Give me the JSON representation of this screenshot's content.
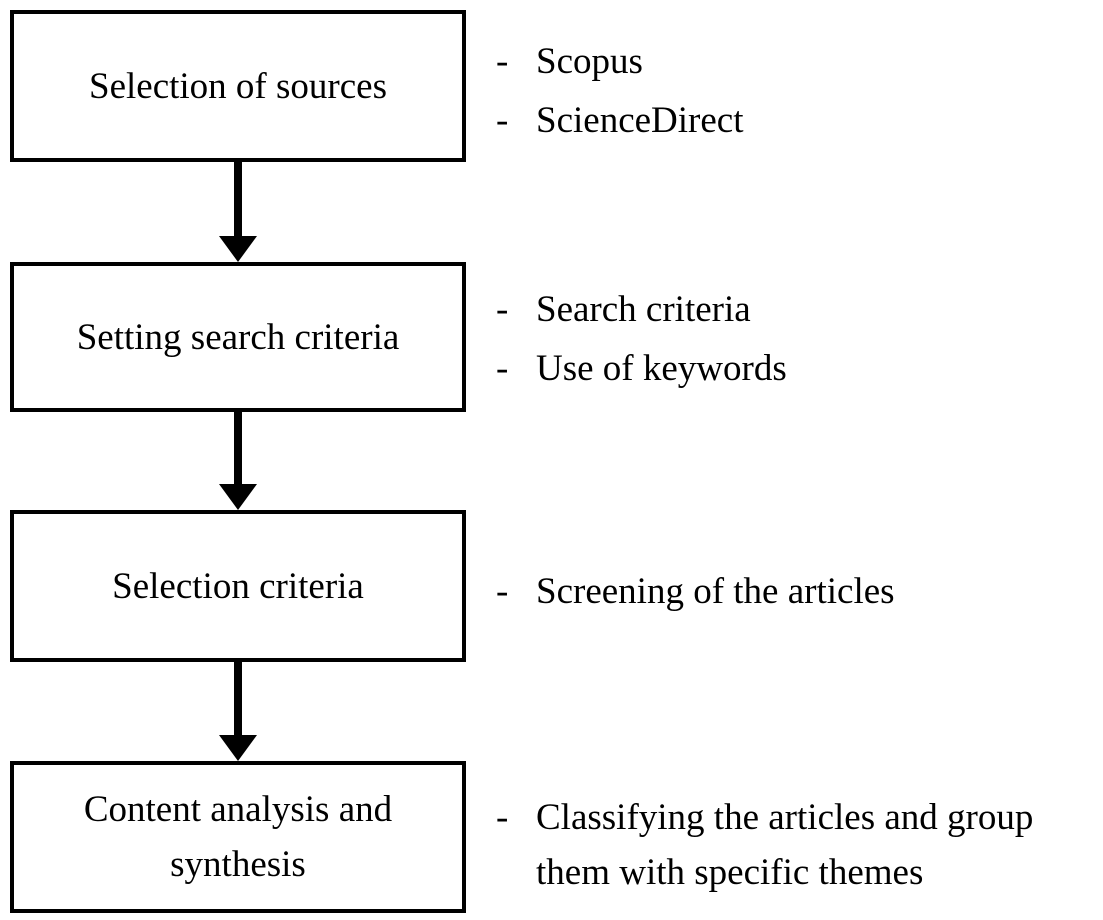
{
  "diagram": {
    "title": "literature-review-process-flowchart",
    "bullet_marker": "-",
    "colors": {
      "background": "#ffffff",
      "border": "#000000",
      "text": "#000000",
      "arrow": "#000000"
    },
    "steps": [
      {
        "box_label": "Selection of sources",
        "bullets": [
          "Scopus",
          "ScienceDirect"
        ]
      },
      {
        "box_label": "Setting search criteria",
        "bullets": [
          "Search criteria",
          "Use of keywords"
        ]
      },
      {
        "box_label": "Selection criteria",
        "bullets": [
          "Screening of the articles"
        ]
      },
      {
        "box_label": "Content analysis and synthesis",
        "bullets": [
          "Classifying the articles and group them with specific themes"
        ]
      }
    ]
  }
}
